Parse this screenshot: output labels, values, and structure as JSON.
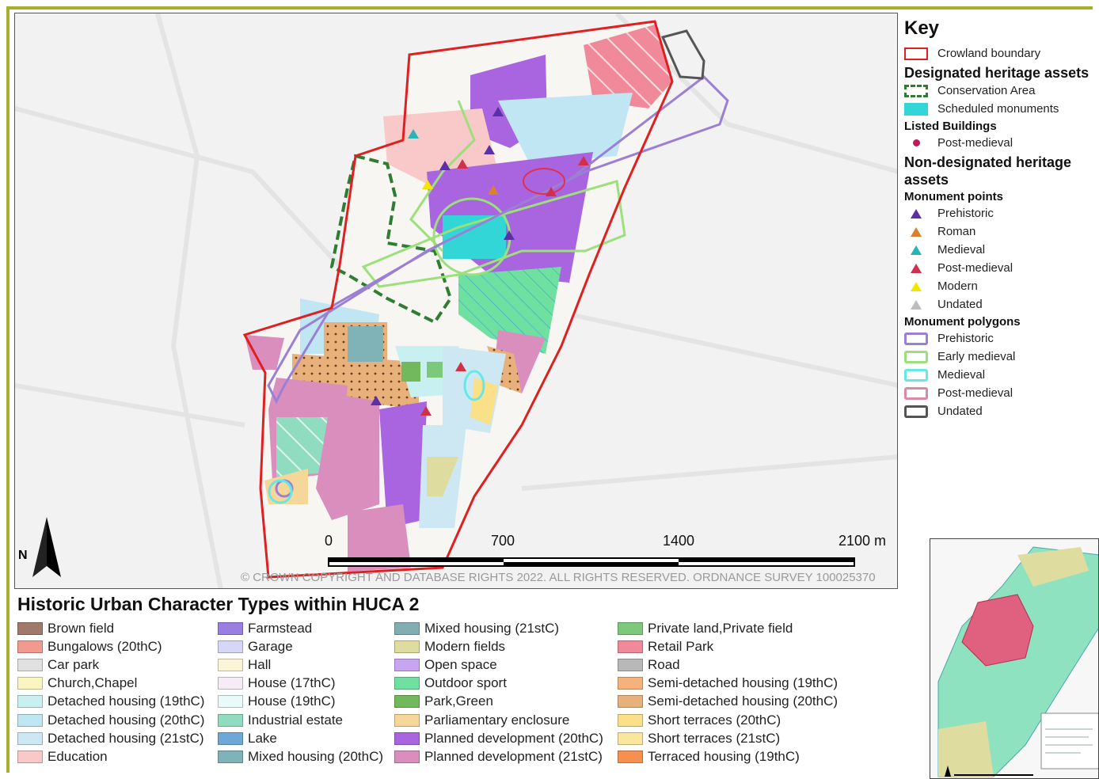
{
  "map": {
    "copyright": "© CROWN COPYRIGHT AND DATABASE RIGHTS 2022. ALL RIGHTS RESERVED. ORDNANCE SURVEY 100025370",
    "north_label": "N",
    "scale_labels": [
      "0",
      "700",
      "1400",
      "2100 m"
    ]
  },
  "key": {
    "title": "Key",
    "boundary": {
      "label": "Crowland boundary",
      "color": "#e02020"
    },
    "designated_heading": "Designated heritage assets",
    "conservation_area": {
      "label": "Conservation Area",
      "color": "#2e7d32"
    },
    "scheduled_monuments": {
      "label": "Scheduled monuments",
      "color": "#33d6d6"
    },
    "listed_heading": "Listed Buildings",
    "listed_post_medieval": {
      "label": "Post-medieval",
      "color": "#c2185b"
    },
    "non_designated_heading": "Non-designated heritage assets",
    "monument_points_heading": "Monument points",
    "monument_points": [
      {
        "label": "Prehistoric",
        "color": "#5b2fa8"
      },
      {
        "label": "Roman",
        "color": "#d9822b"
      },
      {
        "label": "Medieval",
        "color": "#26b5b5"
      },
      {
        "label": "Post-medieval",
        "color": "#d0304a"
      },
      {
        "label": "Modern",
        "color": "#f2e600"
      },
      {
        "label": "Undated",
        "color": "#bdbdbd"
      }
    ],
    "monument_polygons_heading": "Monument polygons",
    "monument_polygons": [
      {
        "label": "Prehistoric",
        "color": "#9b7fd4"
      },
      {
        "label": "Early medieval",
        "color": "#9be07a"
      },
      {
        "label": "Medieval",
        "color": "#66e8e8"
      },
      {
        "label": "Post-medieval",
        "color": "#d98aa6"
      },
      {
        "label": "Undated",
        "color": "#555555"
      }
    ]
  },
  "legend": {
    "title": "Historic Urban Character Types within HUCA 2",
    "columns": [
      [
        {
          "label": "Brown field",
          "color": "#a0796a"
        },
        {
          "label": "Bungalows (20thC)",
          "color": "#f29a8f"
        },
        {
          "label": "Car park",
          "color": "#e0e0e0"
        },
        {
          "label": "Church,Chapel",
          "color": "#fbf5c0"
        },
        {
          "label": "Detached housing (19thC)",
          "color": "#c8f0f0"
        },
        {
          "label": "Detached housing (20thC)",
          "color": "#bfe6f2"
        },
        {
          "label": "Detached housing (21stC)",
          "color": "#cde8f2"
        },
        {
          "label": "Education",
          "color": "#f9c8c8"
        }
      ],
      [
        {
          "label": "Farmstead",
          "color": "#9a7fe0"
        },
        {
          "label": "Garage",
          "color": "#d6d6f5"
        },
        {
          "label": "Hall",
          "color": "#fbf4d6"
        },
        {
          "label": "House (17thC)",
          "color": "#f5ecf8"
        },
        {
          "label": "House (19thC)",
          "color": "#e8fafa"
        },
        {
          "label": "Industrial estate",
          "color": "#8fdcc0"
        },
        {
          "label": "Lake",
          "color": "#6fa8d6"
        },
        {
          "label": "Mixed housing (20thC)",
          "color": "#7fb3b8"
        }
      ],
      [
        {
          "label": "Mixed housing (21stC)",
          "color": "#82aeb3"
        },
        {
          "label": "Modern fields",
          "color": "#dedc9e"
        },
        {
          "label": "Open space",
          "color": "#c9a4f0"
        },
        {
          "label": "Outdoor sport",
          "color": "#6fe0a0"
        },
        {
          "label": "Park,Green",
          "color": "#72b85c"
        },
        {
          "label": "Parliamentary enclosure",
          "color": "#f5d79a"
        },
        {
          "label": "Planned development (20thC)",
          "color": "#a964e0"
        },
        {
          "label": "Planned development (21stC)",
          "color": "#d98ebd"
        }
      ],
      [
        {
          "label": "Private land,Private field",
          "color": "#7cc97c"
        },
        {
          "label": "Retail Park",
          "color": "#f08a9a"
        },
        {
          "label": "Road",
          "color": "#b8b8b8"
        },
        {
          "label": "Semi-detached housing (19thC)",
          "color": "#f5b27a"
        },
        {
          "label": "Semi-detached housing (20thC)",
          "color": "#e8b07a"
        },
        {
          "label": "Short terraces (20thC)",
          "color": "#fbe08a"
        },
        {
          "label": "Short terraces (21stC)",
          "color": "#fbe6a0"
        },
        {
          "label": "Terraced housing (19thC)",
          "color": "#f59050"
        }
      ]
    ]
  }
}
